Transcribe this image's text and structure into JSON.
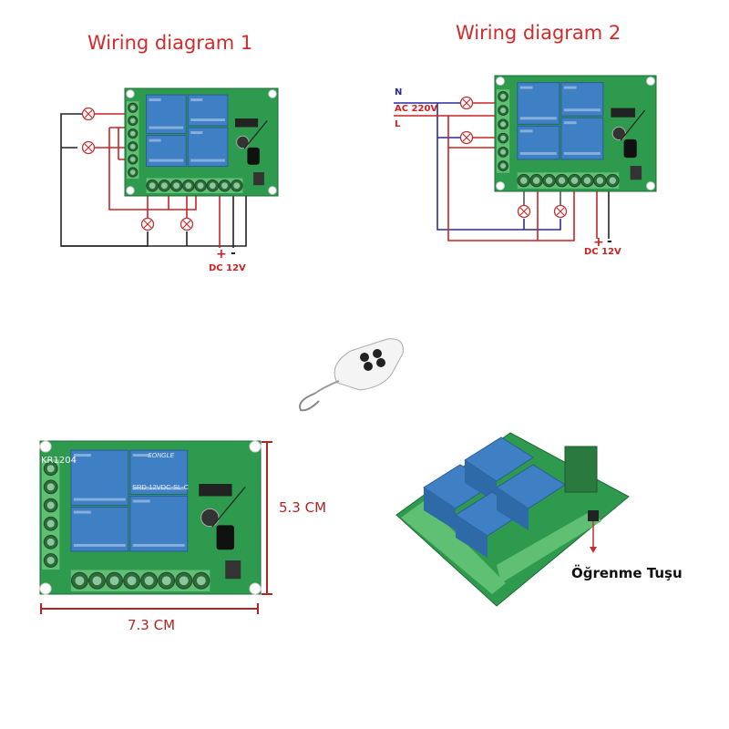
{
  "diagram1": {
    "title": "Wiring diagram 1",
    "dc_label": "DC 12V",
    "plus": "+",
    "minus": "-"
  },
  "diagram2": {
    "title": "Wiring diagram 2",
    "n_label": "N",
    "ac_label": "AC 220V",
    "l_label": "L",
    "dc_label": "DC 12V",
    "plus": "+",
    "minus": "-"
  },
  "board": {
    "model": "KR1204",
    "relay_model": "SRD-12VDC-SL-C",
    "relay_brand": "SONGLE"
  },
  "dimensions": {
    "height": "5.3 CM",
    "width": "7.3 CM"
  },
  "learn_button_label": "Öğrenme Tuşu",
  "colors": {
    "title_red": "#d42a2a",
    "wire_red": "#cc2222",
    "wire_blue": "#2a2aa0",
    "pcb_green": "#2e9a4e",
    "terminal_green": "#5fbf72",
    "relay_blue": "#3f7fc4"
  }
}
